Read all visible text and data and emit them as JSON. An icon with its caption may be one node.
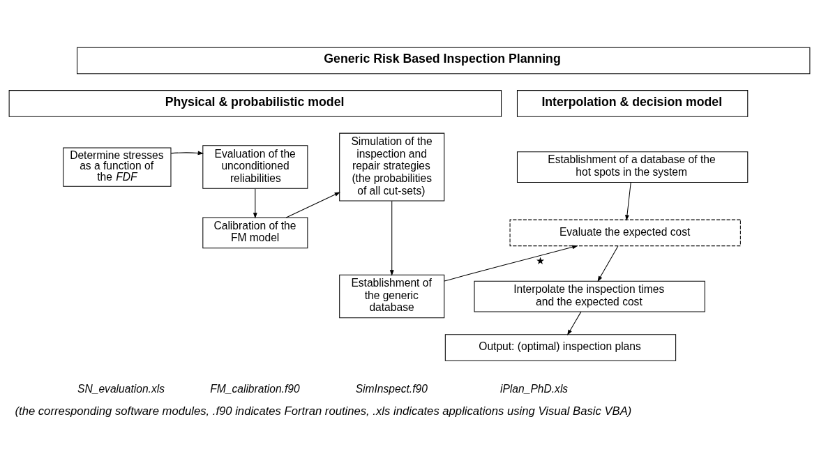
{
  "diagram": {
    "caption": "(the corresponding software modules, .f90 indicates Fortran routines, .xls indicates applications using Visual Basic VBA)",
    "nodes": [
      {
        "text": [
          "Generic Risk Based Inspection Planning"
        ]
      },
      {
        "text": [
          "Physical & probabilistic model"
        ]
      },
      {
        "text": [
          "Interpolation & decision model"
        ]
      },
      {
        "text": [
          "Determine stresses as a function of the *FDF*"
        ]
      },
      {
        "text": [
          "Evaluation of the unconditioned reliabilities"
        ]
      },
      {
        "text": [
          "Calibration of the FM model"
        ]
      },
      {
        "text": [
          "Simulation of the inspection and repair strategies (the probabilities of all cut-sets)"
        ]
      },
      {
        "text": [
          "Establishment of the generic database"
        ]
      },
      {
        "text": [
          "Establishment of a database of the hot spots in the system"
        ]
      },
      {
        "text": [
          "Evaluate the expected cost"
        ]
      },
      {
        "text": [
          "Interpolate the inspection times and the expected cost"
        ]
      },
      {
        "text": [
          "Output: (optimal) inspection plans"
        ]
      }
    ],
    "edges": [
      {
        "from": 3,
        "to": 4,
        "arrow": "to"
      },
      {
        "from": 4,
        "to": 5,
        "arrow": "to"
      },
      {
        "from": 5,
        "to": 6,
        "arrow": "to"
      },
      {
        "from": 6,
        "to": 7,
        "arrow": "to"
      },
      {
        "from": 7,
        "to": 9,
        "arrow": "to",
        "label": "★"
      },
      {
        "from": 8,
        "to": 9,
        "arrow": "to"
      },
      {
        "from": 9,
        "to": 10,
        "arrow": "to"
      },
      {
        "from": 10,
        "to": 11,
        "arrow": "to"
      }
    ],
    "labels": [
      "SN_evaluation.xls",
      "FM_calibration.f90",
      "SimInspect.f90",
      "iPlan_PhD.xls"
    ]
  }
}
